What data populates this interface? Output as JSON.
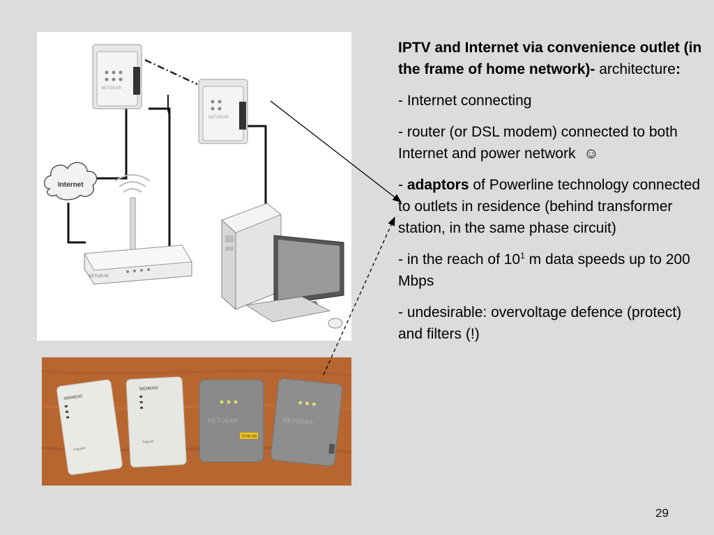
{
  "slide": {
    "title_bold": "IPTV and Internet via convenience outlet (in the frame of home network)-",
    "title_normal": " architecture",
    "title_colon": ":",
    "bullets": {
      "b1": "- Internet connecting",
      "b2": "- router (or DSL modem) connected to both Internet and power network",
      "b2_smiley": "☺",
      "b3_prefix": "- ",
      "b3_bold": "adaptors",
      "b3_rest": " of Powerline technology connected to outlets in residence (behind transformer station, in the same phase circuit)",
      "b4_prefix": "- in the reach of 10",
      "b4_sup": "1",
      "b4_rest": " m data speeds up to 200 Mbps",
      "b5": "- undesirable: overvoltage defence (protect) and filters (!)"
    },
    "page_number": "29"
  },
  "diagram": {
    "cloud_label": "Internet",
    "router_brand": "NETGEAR",
    "adapter_brand": "NETGEAR"
  },
  "photo": {
    "siemens_brand": "SIEMENS",
    "netgear_brand": "NETGEAR",
    "siemens_small": "Gigaset",
    "netgear_label": "TCPA 200"
  },
  "colors": {
    "background": "#dcdcdc",
    "wood": "#b35f28"
  }
}
